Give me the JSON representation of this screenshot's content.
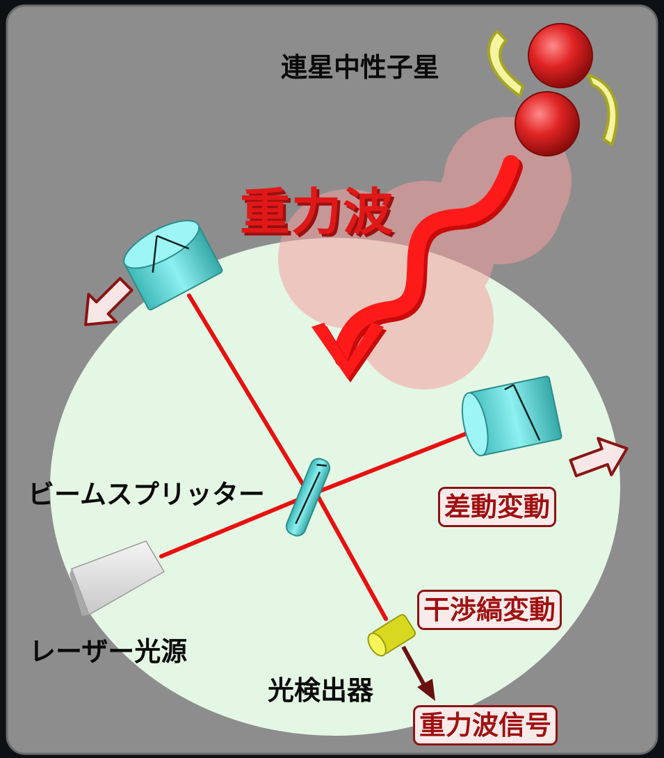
{
  "labels": {
    "binary_stars": "連星中性子星",
    "gravitational_wave": "重力波",
    "beam_splitter": "ビームスプリッター",
    "laser_source": "レーザー光源",
    "photodetector": "光検出器",
    "differential_change": "差動変動",
    "fringe_change": "干渉縞変動",
    "gw_signal": "重力波信号"
  },
  "colors": {
    "frame": "#8d8d8d",
    "disc": "#e4f7e4",
    "laser": "#e81010",
    "mirror": "#5ad6d6",
    "star": "#d42020",
    "wave_circle": "#f4a0a0",
    "detector": "#f2f23a",
    "tag_text": "#a01010"
  },
  "icons": [
    "neutron-star-icon",
    "orbit-arc-icon",
    "wave-arrow-icon",
    "hollow-arrow-icon",
    "mirror-icon",
    "laser-box-icon",
    "detector-icon"
  ]
}
